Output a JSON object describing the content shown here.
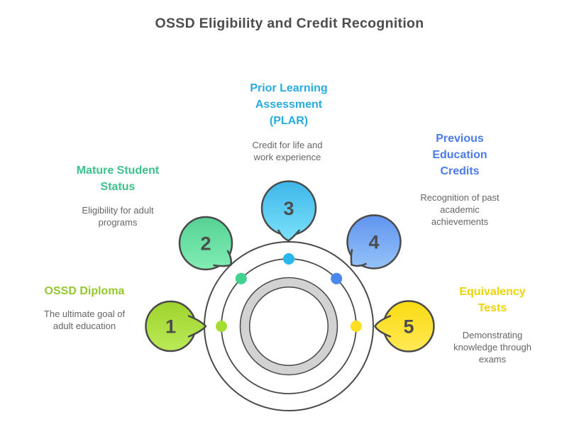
{
  "title": "OSSD Eligibility and Credit Recognition",
  "title_color": "#4d4d4d",
  "desc_color": "#666666",
  "outline_color": "#4a4a4a",
  "ring_fill": "#d2d2d2",
  "items": [
    {
      "num": "1",
      "heading": "OSSD Diploma",
      "desc": "The ultimate goal of\nadult education",
      "color": "#94c82e",
      "dot_color": "#a6dd32",
      "bubble_top": "#9ed32c",
      "bubble_bottom": "#bbea58"
    },
    {
      "num": "2",
      "heading": "Mature Student\nStatus",
      "desc": "Eligibility for adult\nprograms",
      "color": "#3fc08c",
      "dot_color": "#41d191",
      "bubble_top": "#55d295",
      "bubble_bottom": "#82edb3"
    },
    {
      "num": "3",
      "heading": "Prior Learning\nAssessment\n(PLAR)",
      "desc": "Credit for life and\nwork experience",
      "color": "#29abe2",
      "dot_color": "#27b6ee",
      "bubble_top": "#3eb6e9",
      "bubble_bottom": "#76def9"
    },
    {
      "num": "4",
      "heading": "Previous\nEducation\nCredits",
      "desc": "Recognition of past\nacademic\nachievements",
      "color": "#4b7bea",
      "dot_color": "#4c86ef",
      "bubble_top": "#6094ef",
      "bubble_bottom": "#95c2f8"
    },
    {
      "num": "5",
      "heading": "Equivalency\nTests",
      "desc": "Demonstrating\nknowledge through\nexams",
      "color": "#edd400",
      "dot_color": "#ffdf1f",
      "bubble_top": "#fbdb13",
      "bubble_bottom": "#ffe955"
    }
  ]
}
